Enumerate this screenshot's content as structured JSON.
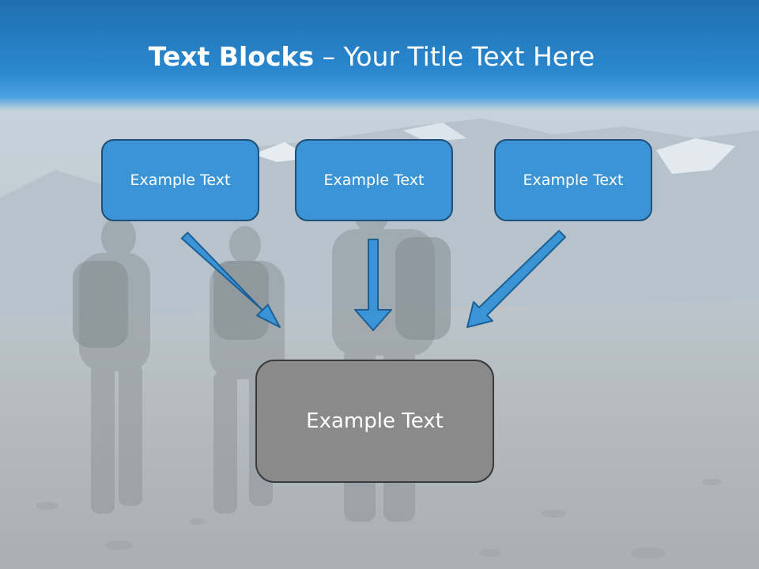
{
  "title": {
    "bold": "Text Blocks",
    "dash": " – ",
    "rest": "Your Title Text Here"
  },
  "boxes": {
    "left": "Example Text",
    "center": "Example Text",
    "right": "Example Text",
    "bottom": "Example Text"
  },
  "colors": {
    "header": "#2a88cf",
    "box_fill": "#3a94d6",
    "box_border": "#1d4f78",
    "bottom_fill": "#8a8a8a",
    "arrow_fill": "#3a94d6"
  }
}
